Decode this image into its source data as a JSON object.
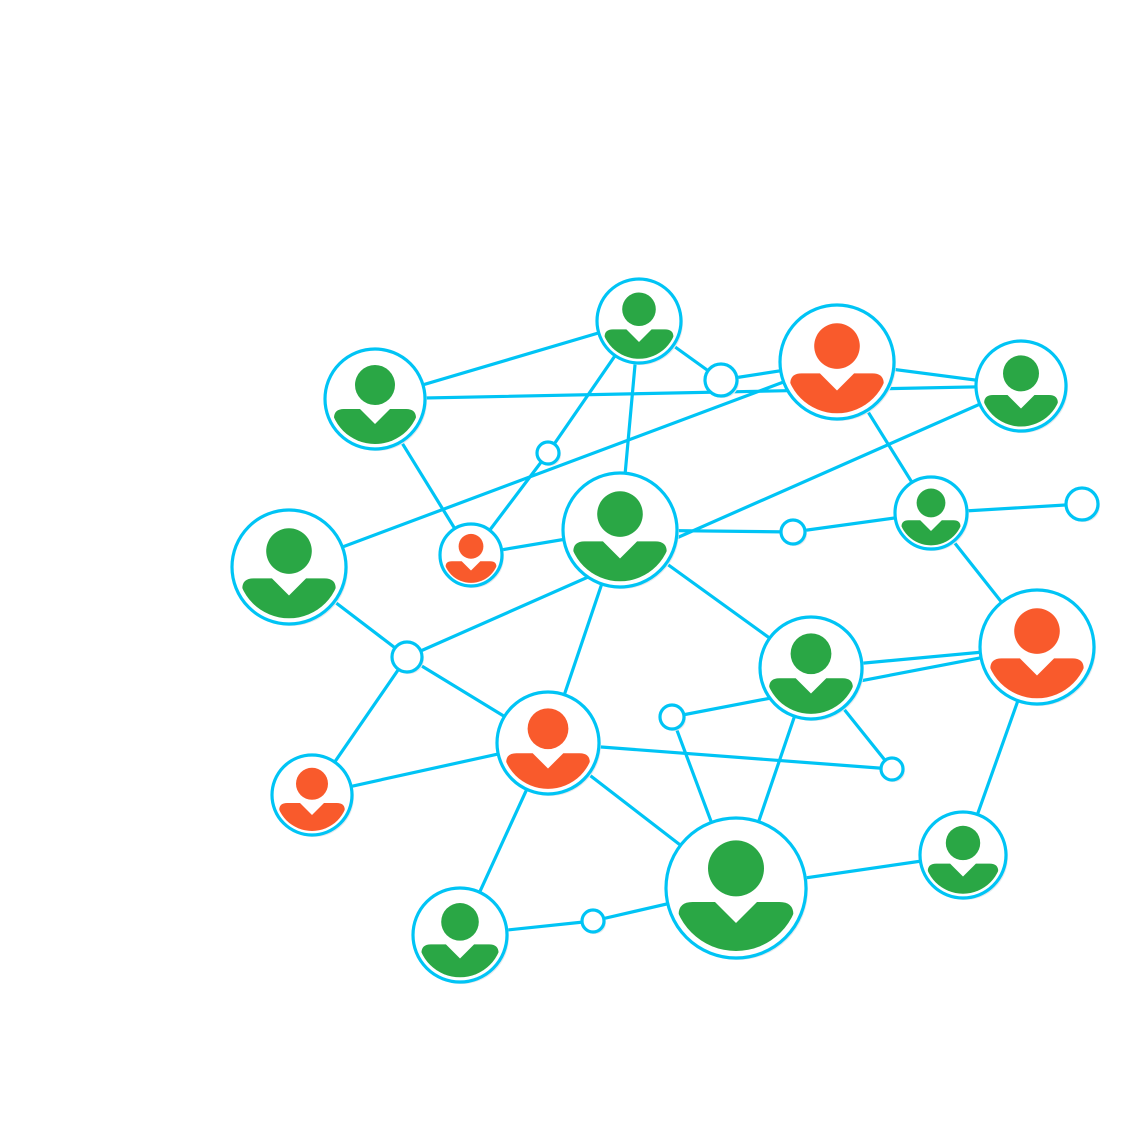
{
  "colors": {
    "edge": "#00c4f5",
    "ring": "#00c4f5",
    "node_fill": "#ffffff",
    "person_green": "#2aa745",
    "person_orange": "#f95a2c"
  },
  "icons": {
    "person": "user-avatar-icon",
    "connector": "connector-dot-icon"
  },
  "nodes": [
    {
      "id": "p1",
      "kind": "person",
      "color": "green"
    },
    {
      "id": "p2",
      "kind": "person",
      "color": "green"
    },
    {
      "id": "p3",
      "kind": "person",
      "color": "orange"
    },
    {
      "id": "p4",
      "kind": "person",
      "color": "green"
    },
    {
      "id": "p5",
      "kind": "person",
      "color": "green"
    },
    {
      "id": "p6",
      "kind": "person",
      "color": "orange"
    },
    {
      "id": "p7",
      "kind": "person",
      "color": "green"
    },
    {
      "id": "p8",
      "kind": "person",
      "color": "green"
    },
    {
      "id": "p9",
      "kind": "person",
      "color": "orange"
    },
    {
      "id": "p10",
      "kind": "person",
      "color": "green"
    },
    {
      "id": "p11",
      "kind": "person",
      "color": "orange"
    },
    {
      "id": "p12",
      "kind": "person",
      "color": "orange"
    },
    {
      "id": "p13",
      "kind": "person",
      "color": "green"
    },
    {
      "id": "p14",
      "kind": "person",
      "color": "green"
    },
    {
      "id": "p15",
      "kind": "person",
      "color": "green"
    },
    {
      "id": "c1",
      "kind": "connector"
    },
    {
      "id": "c2",
      "kind": "connector"
    },
    {
      "id": "c3",
      "kind": "connector"
    },
    {
      "id": "c4",
      "kind": "connector"
    },
    {
      "id": "c5",
      "kind": "connector"
    },
    {
      "id": "c6",
      "kind": "connector"
    },
    {
      "id": "c7",
      "kind": "connector"
    },
    {
      "id": "c8",
      "kind": "connector"
    }
  ],
  "edges": [
    [
      "p1",
      "p2"
    ],
    [
      "p1",
      "p4"
    ],
    [
      "p1",
      "p6"
    ],
    [
      "p2",
      "c2"
    ],
    [
      "p2",
      "c1"
    ],
    [
      "p2",
      "p7"
    ],
    [
      "c1",
      "p3"
    ],
    [
      "p3",
      "p4"
    ],
    [
      "p3",
      "p5"
    ],
    [
      "p3",
      "p8"
    ],
    [
      "c2",
      "p6"
    ],
    [
      "p6",
      "p7"
    ],
    [
      "p4",
      "c6"
    ],
    [
      "p5",
      "c6"
    ],
    [
      "p7",
      "c3"
    ],
    [
      "c3",
      "p8"
    ],
    [
      "p7",
      "p10"
    ],
    [
      "p7",
      "p11"
    ],
    [
      "p8",
      "c4"
    ],
    [
      "p8",
      "p9"
    ],
    [
      "c6",
      "p11"
    ],
    [
      "c6",
      "p12"
    ],
    [
      "p12",
      "p11"
    ],
    [
      "p11",
      "c7"
    ],
    [
      "c7",
      "p10"
    ],
    [
      "p10",
      "p9"
    ],
    [
      "p10",
      "p14"
    ],
    [
      "p11",
      "p13"
    ],
    [
      "p11",
      "p14"
    ],
    [
      "p13",
      "c8"
    ],
    [
      "c8",
      "p14"
    ],
    [
      "p14",
      "c5"
    ],
    [
      "c5",
      "p9"
    ],
    [
      "p14",
      "p15"
    ],
    [
      "p15",
      "p9"
    ]
  ]
}
